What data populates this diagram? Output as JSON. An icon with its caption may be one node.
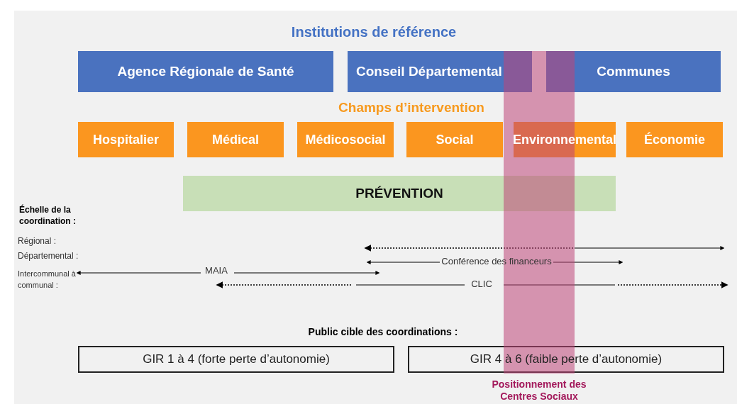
{
  "diagram": {
    "nodes": [
      {
        "text": [
          "Agence Régionale de Santé"
        ]
      },
      {
        "text": [
          "Conseil Départemental"
        ]
      },
      {
        "text": [
          "Communes"
        ]
      },
      {
        "text": [
          "Hospitalier"
        ]
      },
      {
        "text": [
          "Médical"
        ]
      },
      {
        "text": [
          "Médicosocial"
        ]
      },
      {
        "text": [
          "Social"
        ]
      },
      {
        "text": [
          "Environnemental"
        ]
      },
      {
        "text": [
          "Économie"
        ]
      },
      {
        "text": [
          "PRÉVENTION"
        ]
      },
      {
        "text": [
          "GIR 1 à 4 (forte perte d’autonomie)"
        ]
      },
      {
        "text": [
          "GIR 4 à 6 (faible perte d’autonomie)"
        ]
      },
      {
        "text": [
          "Positionnement des Centres Sociaux"
        ]
      }
    ],
    "edges": [],
    "labels": [
      "Institutions de référence",
      "Champs d’intervention",
      "Échelle de la coordination :",
      "Régional :",
      "Départemental :",
      "Intercommunal à communal :",
      "MAIA",
      "Conférence des financeurs",
      "CLIC",
      "Public cible des coordinations :"
    ]
  }
}
